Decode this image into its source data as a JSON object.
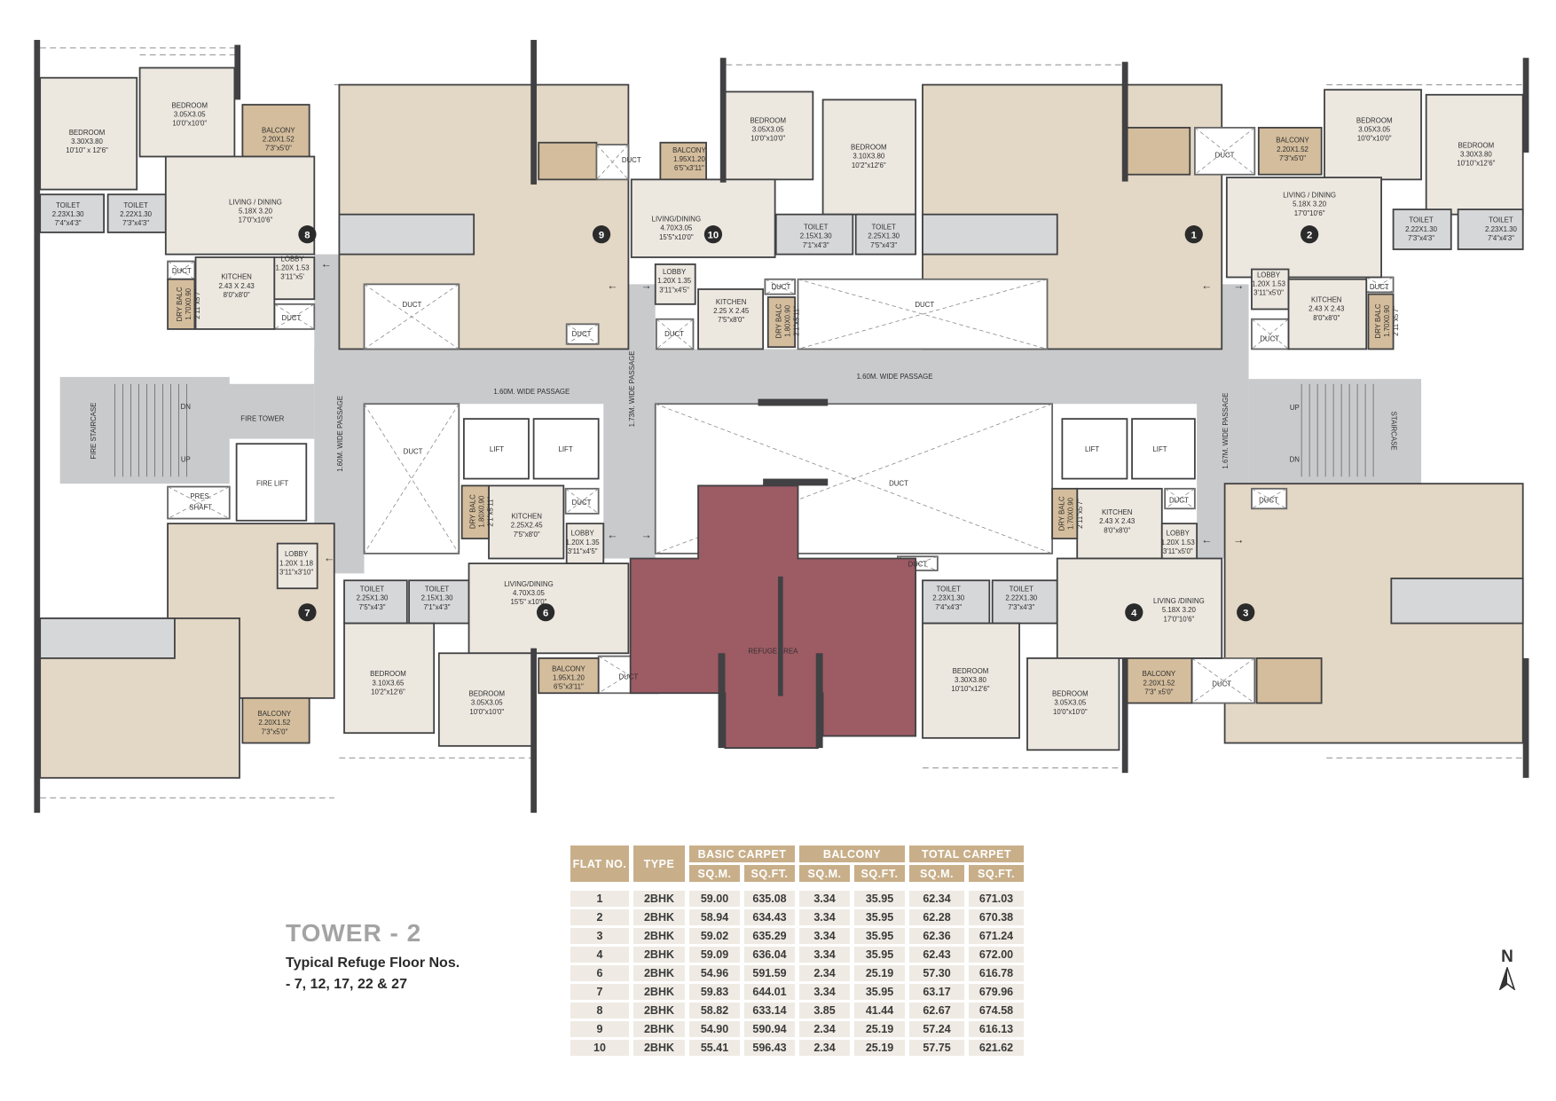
{
  "title": "TOWER - 2",
  "subtitle_line1": "Typical Refuge Floor Nos.",
  "subtitle_line2": "- 7, 12, 17, 22 & 27",
  "north_label": "N",
  "flat_badges": [
    "8",
    "9",
    "10",
    "1",
    "2",
    "7",
    "6",
    "4",
    "3"
  ],
  "rooms": [
    {
      "name": "BEDROOM",
      "m": "3.30X3.80",
      "ft": "10'10\" x 12'6\""
    },
    {
      "name": "BEDROOM",
      "m": "3.05X3.05",
      "ft": "10'0\"x10'0\""
    },
    {
      "name": "BALCONY",
      "m": "2.20X1.52",
      "ft": "7'3\"x5'0\""
    },
    {
      "name": "TOILET",
      "m": "2.23X1.30",
      "ft": "7'4\"x4'3\""
    },
    {
      "name": "TOILET",
      "m": "2.22X1.30",
      "ft": "7'3\"x4'3\""
    },
    {
      "name": "LIVING / DINING",
      "m": "5.18X 3.20",
      "ft": "17'0\"x10'6\""
    },
    {
      "name": "KITCHEN",
      "m": "2.43 X 2.43",
      "ft": "8'0\"x8'0\""
    },
    {
      "name": "LOBBY",
      "m": "1.20X 1.53",
      "ft": "3'11\"x5'"
    },
    {
      "name": "DRY BALC",
      "m": "1.70X0.90",
      "ft": "2'11\"x5'7\""
    },
    {
      "name": "BALCONY",
      "m": "1.95X1.20",
      "ft": "6'5\"x3'11\""
    },
    {
      "name": "BEDROOM",
      "m": "3.05X3.05",
      "ft": "10'0\"x10'0\""
    },
    {
      "name": "BEDROOM",
      "m": "3.10X3.80",
      "ft": "10'2\"x12'6\""
    },
    {
      "name": "LIVING/DINING",
      "m": "4.70X3.05",
      "ft": "15'5\"x10'0\""
    },
    {
      "name": "TOILET",
      "m": "2.15X1.30",
      "ft": "7'1\"x4'3\""
    },
    {
      "name": "TOILET",
      "m": "2.25X1.30",
      "ft": "7'5\"x4'3\""
    },
    {
      "name": "LOBBY",
      "m": "1.20X 1.35",
      "ft": "3'11\"x4'5\""
    },
    {
      "name": "KITCHEN",
      "m": "2.25 X 2.45",
      "ft": "7'5\"x8'0\""
    },
    {
      "name": "DRY BALC",
      "m": "1.80X0.90",
      "ft": "2'1\"x5'11\""
    },
    {
      "name": "BALCONY",
      "m": "2.20X1.52",
      "ft": "7'3\"x5'0\""
    },
    {
      "name": "BEDROOM",
      "m": "3.05X3.05",
      "ft": "10'0\"x10'0\""
    },
    {
      "name": "BEDROOM",
      "m": "3.30X3.80",
      "ft": "10'10\"x12'6\""
    },
    {
      "name": "LIVING / DINING",
      "m": "5.18X 3.20",
      "ft": "17'0\"10'6\""
    },
    {
      "name": "TOILET",
      "m": "2.22X1.30",
      "ft": "7'3\"x4'3\""
    },
    {
      "name": "TOILET",
      "m": "2.23X1.30",
      "ft": "7'4\"x4'3\""
    },
    {
      "name": "LOBBY",
      "m": "1.20X 1.53",
      "ft": "3'11\"x5'0\""
    },
    {
      "name": "KITCHEN",
      "m": "2.43 X 2.43",
      "ft": "8'0\"x8'0\""
    },
    {
      "name": "DRY BALC",
      "m": "1.70X0.90",
      "ft": "2'11\"x5'7\""
    },
    {
      "name": "KITCHEN",
      "m": "2.25X2.45",
      "ft": "7'5\"x8'0\""
    },
    {
      "name": "DRY BALC",
      "m": "1.80X0.90",
      "ft": "2'1\"x5'11\""
    },
    {
      "name": "LOBBY",
      "m": "1.20X 1.35",
      "ft": "3'11\"x4'5\""
    },
    {
      "name": "TOILET",
      "m": "2.25X1.30",
      "ft": "7'5\"x4'3\""
    },
    {
      "name": "TOILET",
      "m": "2.15X1.30",
      "ft": "7'1\"x4'3\""
    },
    {
      "name": "LIVING/DINING",
      "m": "4.70X3.05",
      "ft": "15'5\" x10'0\""
    },
    {
      "name": "BEDROOM",
      "m": "3.10X3.65",
      "ft": "10'2\"x12'6\""
    },
    {
      "name": "BEDROOM",
      "m": "3.05X3.05",
      "ft": "10'0\"x10'0\""
    },
    {
      "name": "BALCONY",
      "m": "1.95X1.20",
      "ft": "6'5\"x3'11\""
    },
    {
      "name": "LOBBY",
      "m": "1.20X 1.18",
      "ft": "3'11\"x3'10\""
    },
    {
      "name": "BALCONY",
      "m": "2.20X1.52",
      "ft": "7'3\"x5'0\""
    },
    {
      "name": "KITCHEN",
      "m": "2.43 X 2.43",
      "ft": "8'0\"x8'0\""
    },
    {
      "name": "DRY BALC",
      "m": "1.70X0.90",
      "ft": "2'11\"x5'7\""
    },
    {
      "name": "LOBBY",
      "m": "1.20X 1.53",
      "ft": "3'11\"x5'0\""
    },
    {
      "name": "TOILET",
      "m": "2.23X1.30",
      "ft": "7'4\"x4'3\""
    },
    {
      "name": "TOILET",
      "m": "2.22X1.30",
      "ft": "7'3\"x4'3\""
    },
    {
      "name": "LIVING /DINING",
      "m": "5.18X 3.20",
      "ft": "17'0\"10'6\""
    },
    {
      "name": "BEDROOM",
      "m": "3.30X3.80",
      "ft": "10'10\"x12'6\""
    },
    {
      "name": "BEDROOM",
      "m": "3.05X3.05",
      "ft": "10'0\"x10'0\""
    },
    {
      "name": "BALCONY",
      "m": "2.20X1.52",
      "ft": "7'3\" x5'0\""
    }
  ],
  "labels": [
    "1.60M. WIDE PASSAGE",
    "1.60M. WIDE PASSAGE",
    "1.60M. WIDE PASSAGE",
    "1.73M. WIDE PASSAGE",
    "1.67M. WIDE PASSAGE",
    "FIRE STAIRCASE",
    "DN",
    "UP",
    "FIRE TOWER",
    "FIRE LIFT",
    "PRES.",
    "SHAFT",
    "LIFT",
    "LIFT",
    "LIFT",
    "LIFT",
    "STAIRCASE",
    "UP",
    "DN",
    "REFUGE AREA",
    "DUCT",
    "DUCT",
    "DUCT",
    "DUCT",
    "DUCT",
    "DUCT",
    "DUCT",
    "DUCT",
    "DUCT",
    "DUCT",
    "DUCT",
    "DUCT",
    "DUCT",
    "DUCT",
    "DUCT",
    "DUCT",
    "DUCT",
    "DUCT",
    "DUCT"
  ],
  "table": {
    "headers": {
      "flat_no": "FLAT NO.",
      "type": "TYPE",
      "basic_carpet": "BASIC CARPET",
      "balcony": "BALCONY",
      "total_carpet": "TOTAL CARPET",
      "sqm": "SQ.M.",
      "sqft": "SQ.FT."
    },
    "rows": [
      [
        "1",
        "2BHK",
        "59.00",
        "635.08",
        "3.34",
        "35.95",
        "62.34",
        "671.03"
      ],
      [
        "2",
        "2BHK",
        "58.94",
        "634.43",
        "3.34",
        "35.95",
        "62.28",
        "670.38"
      ],
      [
        "3",
        "2BHK",
        "59.02",
        "635.29",
        "3.34",
        "35.95",
        "62.36",
        "671.24"
      ],
      [
        "4",
        "2BHK",
        "59.09",
        "636.04",
        "3.34",
        "35.95",
        "62.43",
        "672.00"
      ],
      [
        "6",
        "2BHK",
        "54.96",
        "591.59",
        "2.34",
        "25.19",
        "57.30",
        "616.78"
      ],
      [
        "7",
        "2BHK",
        "59.83",
        "644.01",
        "3.34",
        "35.95",
        "63.17",
        "679.96"
      ],
      [
        "8",
        "2BHK",
        "58.82",
        "633.14",
        "3.85",
        "41.44",
        "62.67",
        "674.58"
      ],
      [
        "9",
        "2BHK",
        "54.90",
        "590.94",
        "2.34",
        "25.19",
        "57.24",
        "616.13"
      ],
      [
        "10",
        "2BHK",
        "55.41",
        "596.43",
        "2.34",
        "25.19",
        "57.75",
        "621.62"
      ]
    ]
  },
  "colors": {
    "room": "#ece8e0",
    "furnished": "#e3d7c5",
    "balcony": "#d4bd9c",
    "toilet": "#d6d7d9",
    "core": "#c9cacc",
    "wall": "#414143",
    "refuge": "#9d5b64",
    "header": "#c8af8a"
  }
}
